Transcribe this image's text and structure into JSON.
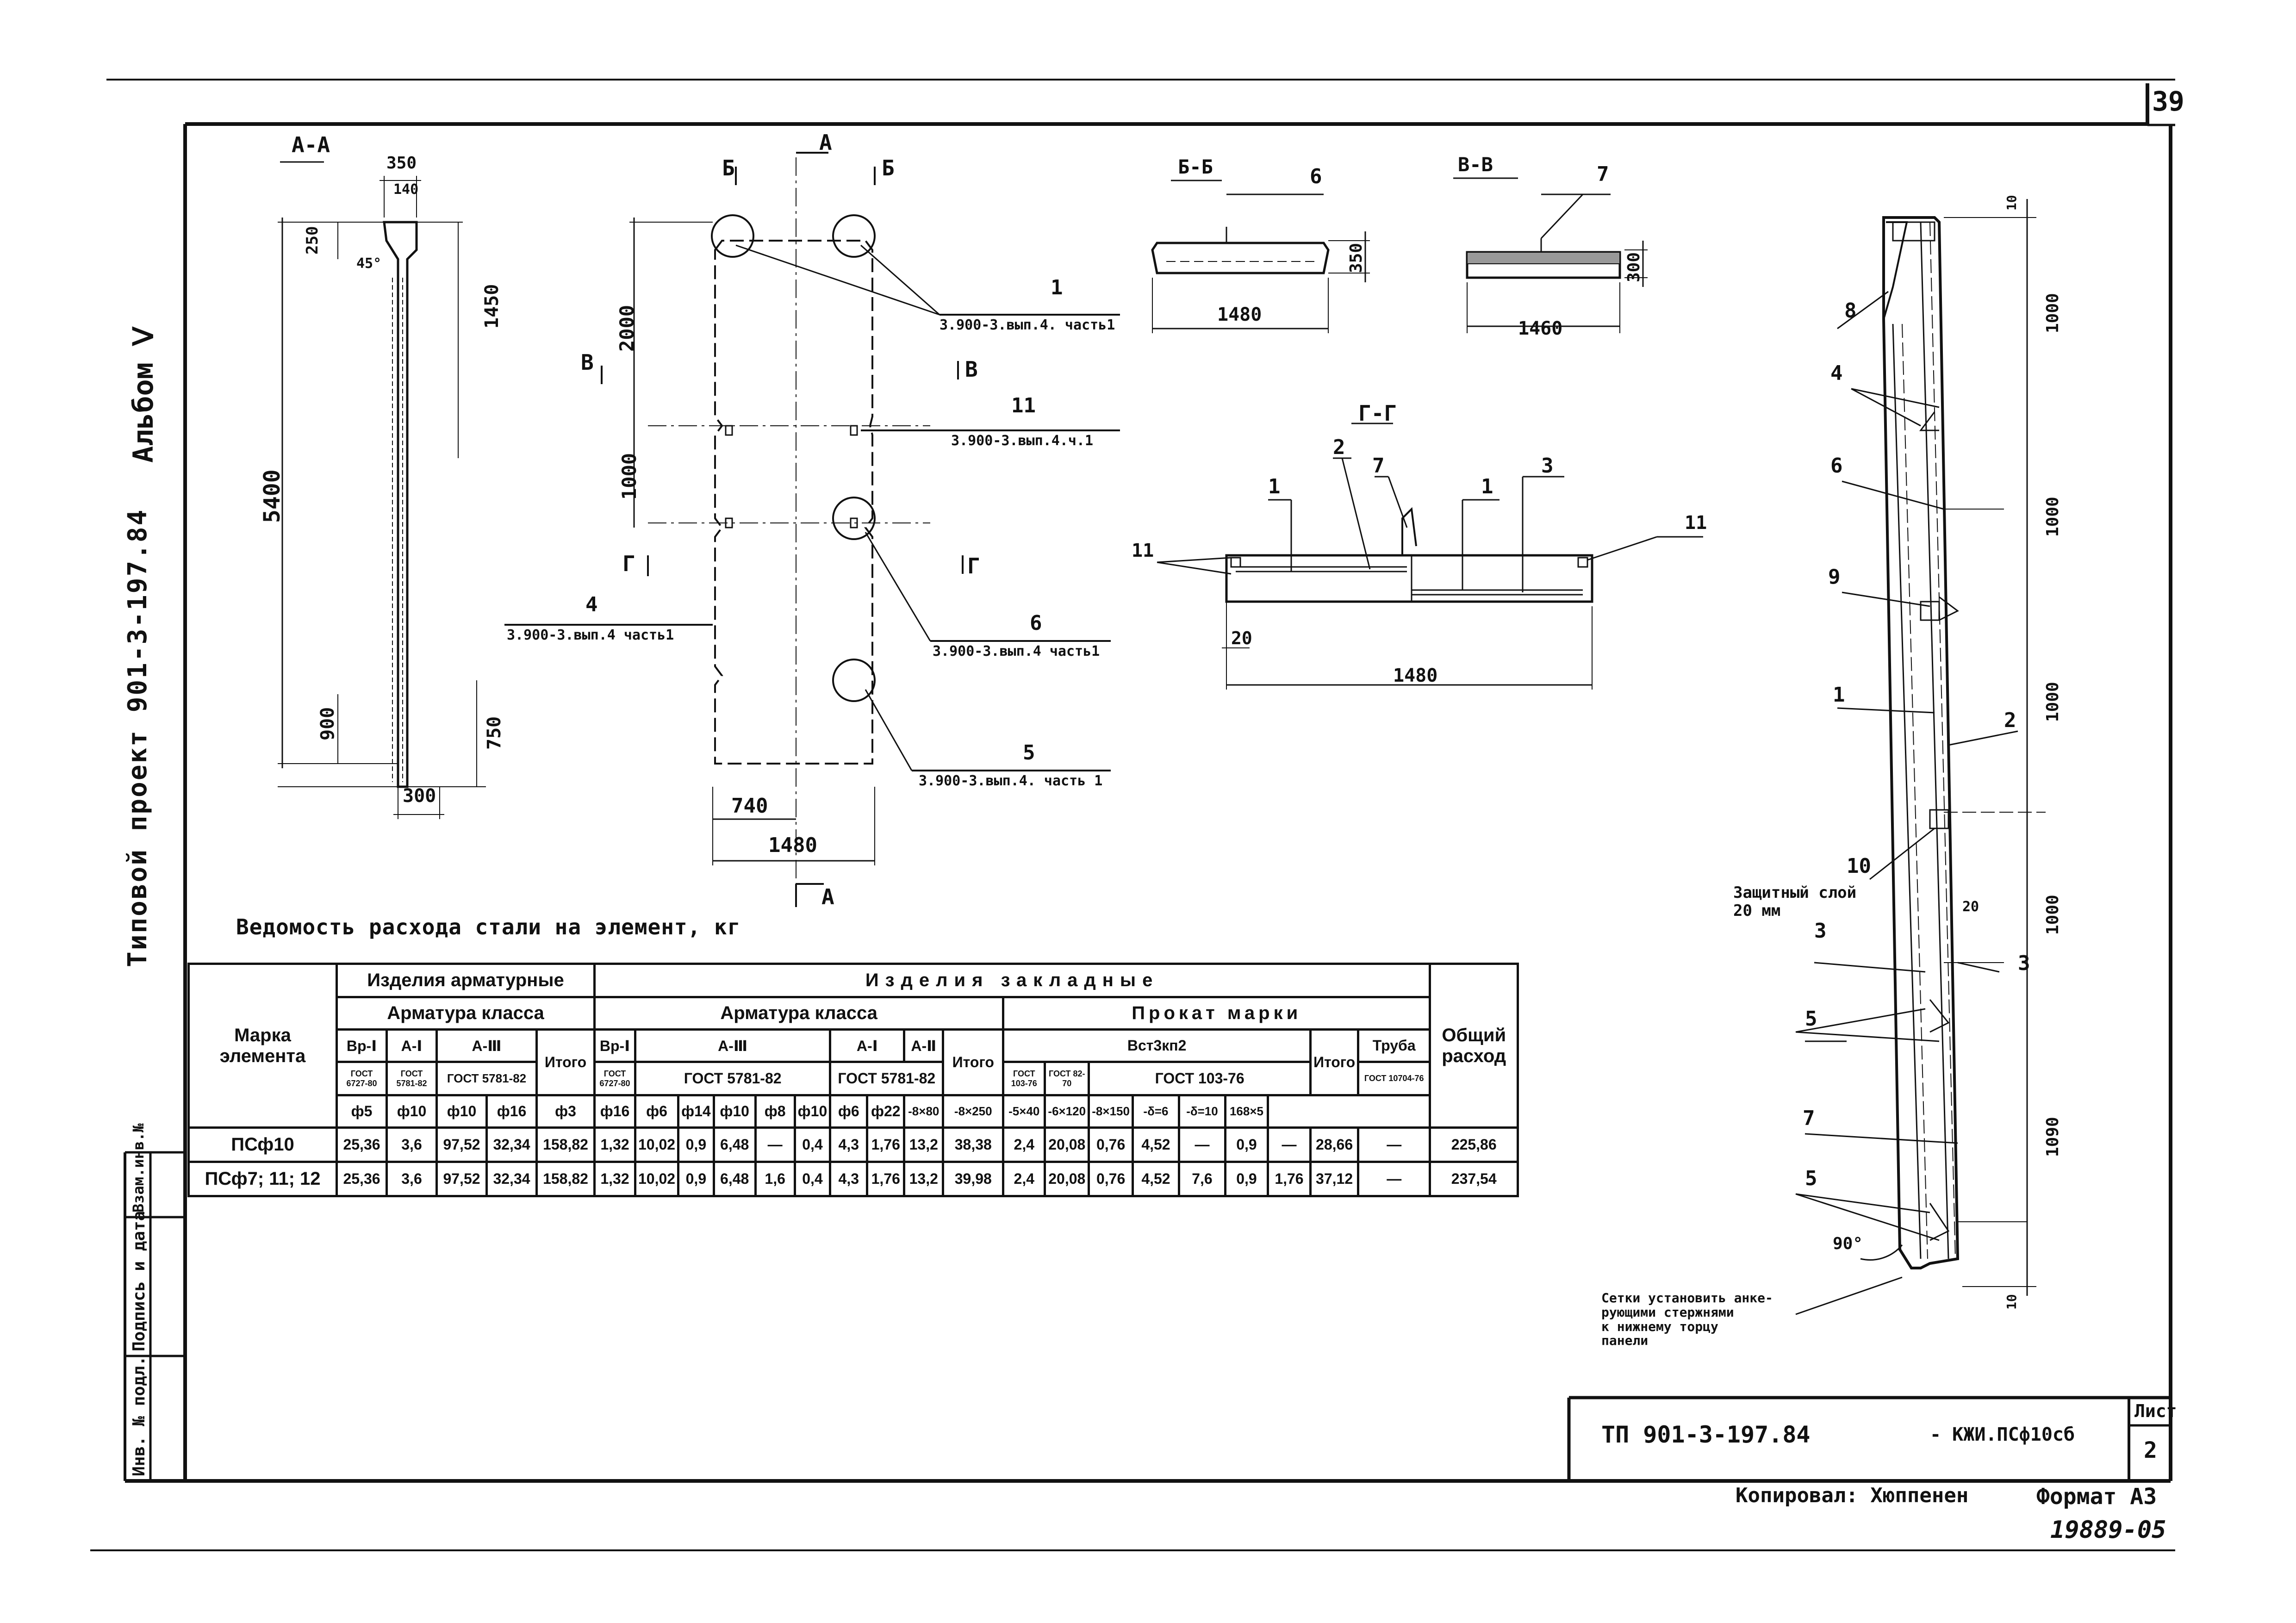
{
  "sheet": {
    "page_number": "39",
    "album": "Альбом Ⅴ",
    "project": "Типовой проект 901-3-197.84",
    "side_cells": [
      "Взам.инв.№",
      "Подпись и дата",
      "Инв. № подл."
    ],
    "title_code": "ТП 901-3-197.84",
    "title_suffix": "- КЖИ.ПСф10сб",
    "sheet_label": "Лист",
    "sheet_number": "2",
    "copied_by": "Копировал: Хюппенен",
    "format": "Формат А3",
    "stamp_number": "19889-05"
  },
  "section_aa": {
    "title": "А-А",
    "dims": [
      "350",
      "140",
      "250",
      "45°",
      "1450",
      "5400",
      "900",
      "750",
      "300"
    ]
  },
  "panel": {
    "section_marks": [
      "Б",
      "Б",
      "А",
      "В",
      "В",
      "Г",
      "Г",
      "А"
    ],
    "dims": [
      "2000",
      "1000",
      "740",
      "1480"
    ],
    "callouts": [
      {
        "num": "1",
        "ref": "3.900-3.вып.4. часть1"
      },
      {
        "num": "11",
        "ref": "3.900-3.вып.4.ч.1"
      },
      {
        "num": "4",
        "ref": "3.900-3.вып.4 часть1"
      },
      {
        "num": "6",
        "ref": "3.900-3.вып.4 часть1"
      },
      {
        "num": "5",
        "ref": "3.900-3.вып.4. часть 1"
      }
    ]
  },
  "section_bb": {
    "title": "Б-Б",
    "callout": "6",
    "dims": [
      "350",
      "1480"
    ]
  },
  "section_vv": {
    "title": "В-В",
    "callout": "7",
    "dims": [
      "300",
      "1460"
    ]
  },
  "section_gg": {
    "title": "Г-Г",
    "callouts": [
      "1",
      "2",
      "7",
      "1",
      "3",
      "11",
      "11"
    ],
    "dims": [
      "20",
      "1480"
    ]
  },
  "side_section": {
    "callouts": [
      "8",
      "4",
      "6",
      "9",
      "1",
      "2",
      "10",
      "3",
      "3",
      "5",
      "7",
      "5"
    ],
    "dims": [
      "10",
      "1000",
      "1000",
      "1000",
      "1000",
      "1090",
      "10",
      "20"
    ],
    "angle": "90°",
    "protective_layer": "Защитный слой 20 мм",
    "note": [
      "Сетки установить анке-",
      "рующими стержнями",
      "к нижнему торцу",
      "панели"
    ]
  },
  "table": {
    "title": "Ведомость расхода стали на элемент, кг",
    "h_mark": "Марка элемента",
    "h_rebar_items": "Изделия арматурные",
    "h_rebar_class": "Арматура класса",
    "h_embedded": "Изделия закладные",
    "h_emb_rebar_class": "Арматура класса",
    "h_rolled": "Прокат марки",
    "h_rolled_grade": "Вст3кп2",
    "h_pipe": "Труба",
    "h_total": "Общий расход",
    "h_itogo": "Итого",
    "classes1": [
      "Вр-Ⅰ",
      "А-Ⅰ",
      "А-Ⅲ"
    ],
    "classes2": [
      "Вр-Ⅰ",
      "А-Ⅲ",
      "А-Ⅰ",
      "А-Ⅱ"
    ],
    "gost1": [
      "ГОСТ 6727-80",
      "ГОСТ 5781-82",
      "ГОСТ 5781-82"
    ],
    "gost2": [
      "ГОСТ 6727-80",
      "ГОСТ 5781-82",
      "ГОСТ 5781-82"
    ],
    "gost3": [
      "ГОСТ 103-76",
      "ГОСТ 82-70",
      "ГОСТ 103-76"
    ],
    "gost_pipe": "ГОСТ 10704-76",
    "diam1": [
      "ф5",
      "ф10",
      "ф10",
      "ф16"
    ],
    "diam2": [
      "ф3",
      "ф16",
      "ф6",
      "ф14",
      "ф10",
      "ф8",
      "ф10",
      "ф6",
      "ф22"
    ],
    "rolled_sizes": [
      "-8×80",
      "-8×250",
      "-5×40",
      "-6×120",
      "-8×150",
      "-δ=6",
      "-δ=10"
    ],
    "pipe_size": "168×5",
    "rows": [
      {
        "mark": "ПСф10",
        "cells": [
          "25,36",
          "3,6",
          "97,52",
          "32,34",
          "158,82",
          "1,32",
          "10,02",
          "0,9",
          "6,48",
          "—",
          "0,4",
          "4,3",
          "1,76",
          "13,2",
          "38,38",
          "2,4",
          "20,08",
          "0,76",
          "4,52",
          "—",
          "0,9",
          "—",
          "28,66",
          "—",
          "225,86"
        ]
      },
      {
        "mark": "ПСф7; 11; 12",
        "cells": [
          "25,36",
          "3,6",
          "97,52",
          "32,34",
          "158,82",
          "1,32",
          "10,02",
          "0,9",
          "6,48",
          "1,6",
          "0,4",
          "4,3",
          "1,76",
          "13,2",
          "39,98",
          "2,4",
          "20,08",
          "0,76",
          "4,52",
          "7,6",
          "0,9",
          "1,76",
          "37,12",
          "—",
          "237,54"
        ]
      }
    ]
  }
}
